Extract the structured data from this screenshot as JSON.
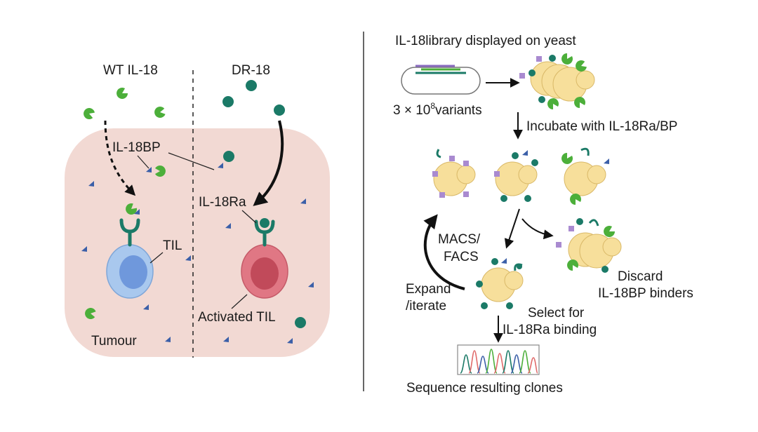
{
  "left_panel": {
    "wt_label": "WT IL-18",
    "dr_label": "DR-18",
    "il18bp_label": "IL-18BP",
    "il18ra_label": "IL-18Ra",
    "til_label": "TIL",
    "activated_til_label": "Activated TIL",
    "tumour_label": "Tumour"
  },
  "right_panel": {
    "library_label": "IL-18library displayed on yeast",
    "variants_prefix": "3 × 10",
    "variants_exp": "8",
    "variants_suffix": "variants",
    "incubate_label": "Incubate with IL-18Ra/BP",
    "macs_line1": "MACS/",
    "macs_line2": "FACS",
    "expand_line1": "Expand",
    "expand_line2": "/iterate",
    "discard_line1": "Discard",
    "discard_line2": "IL-18BP binders",
    "select_line1": "Select for",
    "select_line2": "IL-18Ra binding",
    "sequence_label": "Sequence resulting clones"
  },
  "colors": {
    "tumour_fill": "#f2d9d3",
    "til_blue": "#a9c8ee",
    "til_nucleus": "#6f98dc",
    "activated_red": "#e07784",
    "activated_nucleus": "#c14a5a",
    "dr18_teal": "#1b7a67",
    "wt_green": "#4caf3a",
    "yeast": "#f7df9b",
    "yeast_stroke": "#d9b867",
    "il18bp_purple": "#a98ad0",
    "triangle_blue": "#3b5fa8"
  }
}
